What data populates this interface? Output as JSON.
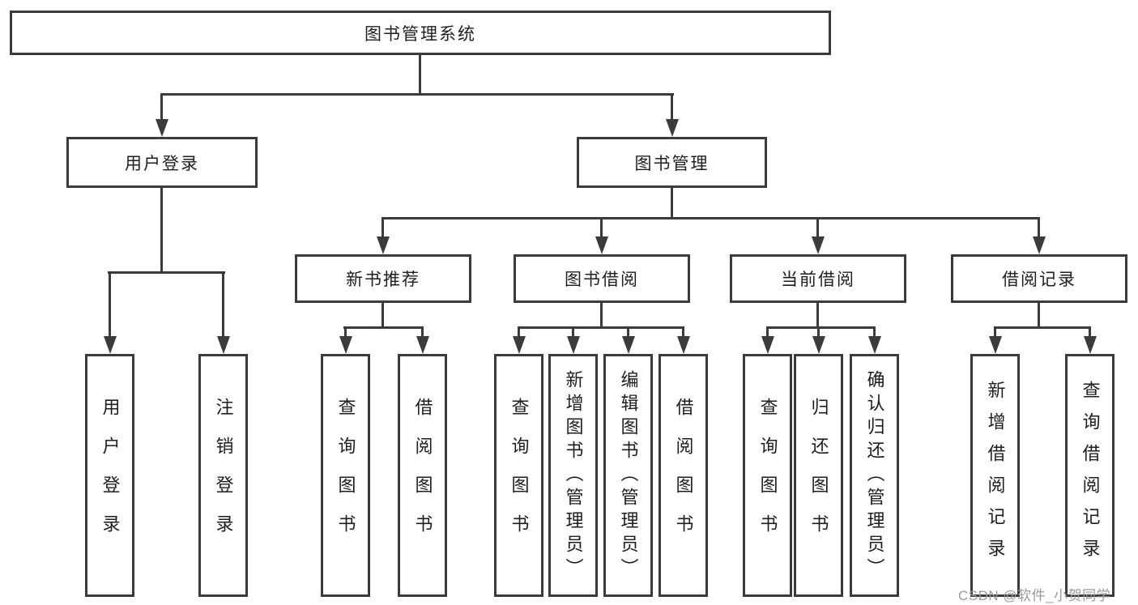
{
  "tree": {
    "label": "图书管理系统",
    "children": [
      {
        "label": "用户登录",
        "children": [
          {
            "label": "用户登录"
          },
          {
            "label": "注销登录"
          }
        ]
      },
      {
        "label": "图书管理",
        "children": [
          {
            "label": "新书推荐",
            "children": [
              {
                "label": "查询图书"
              },
              {
                "label": "借阅图书"
              }
            ]
          },
          {
            "label": "图书借阅",
            "children": [
              {
                "label": "查询图书"
              },
              {
                "label": "新增图书（管理员）"
              },
              {
                "label": "编辑图书（管理员）"
              },
              {
                "label": "借阅图书"
              }
            ]
          },
          {
            "label": "当前借阅",
            "children": [
              {
                "label": "查询图书"
              },
              {
                "label": "归还图书"
              },
              {
                "label": "确认归还（管理员）"
              }
            ]
          },
          {
            "label": "借阅记录",
            "children": [
              {
                "label": "新增借阅记录"
              },
              {
                "label": "查询借阅记录"
              }
            ]
          }
        ]
      }
    ]
  },
  "watermark": {
    "text": "CSDN @软件_小贺同学"
  },
  "colors": {
    "line": "#3b3b3b",
    "box_border": "#3b3b3b",
    "box_fill": "#ffffff",
    "label_text": "#1e1e1e",
    "watermark_text": "#9a9a9a",
    "background": "#ffffff"
  }
}
